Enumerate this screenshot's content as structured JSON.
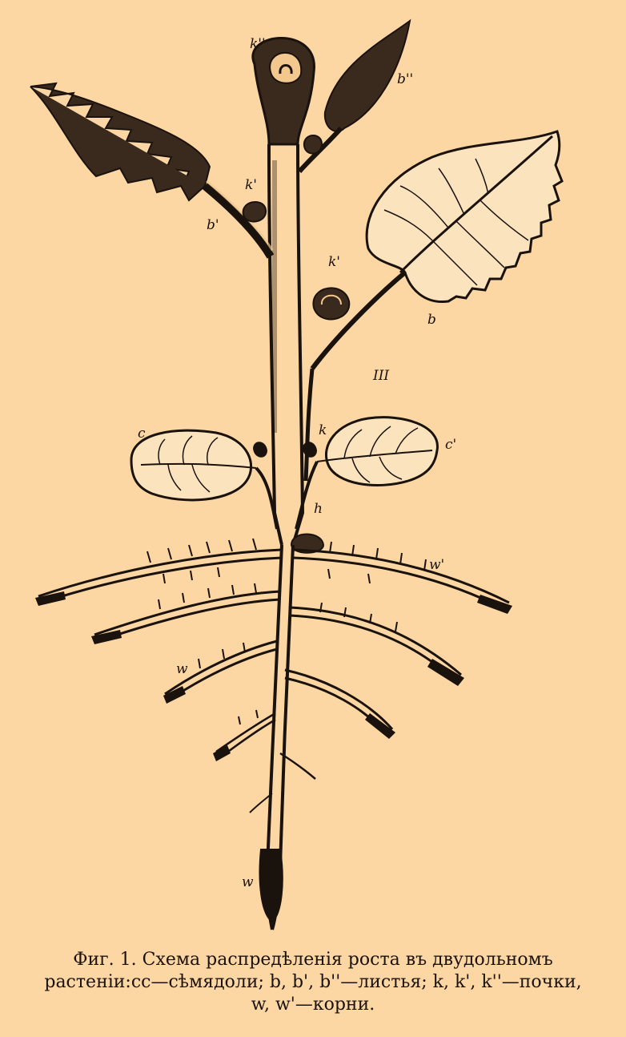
{
  "background_color": "#fcd6a3",
  "ink_color": "#1a120c",
  "figure": {
    "labels": {
      "b_top": "b''",
      "b_prime": "b'",
      "b": "b",
      "k_double": "k''",
      "k_top": "k'",
      "k_mid": "k'",
      "k": "k",
      "c_left": "c",
      "c_right": "c'",
      "h": "h",
      "III": "III",
      "w_prime": "w'",
      "w_left": "w",
      "w_bottom": "w"
    }
  },
  "caption": {
    "line1": "Фиг. 1. Схема распредѣленія роста въ двудольномъ",
    "line2": "растеніи:cc—сѣмядоли; b, b', b''—листья; k, k', k''—почки,",
    "line3": "w, w'—корни."
  }
}
